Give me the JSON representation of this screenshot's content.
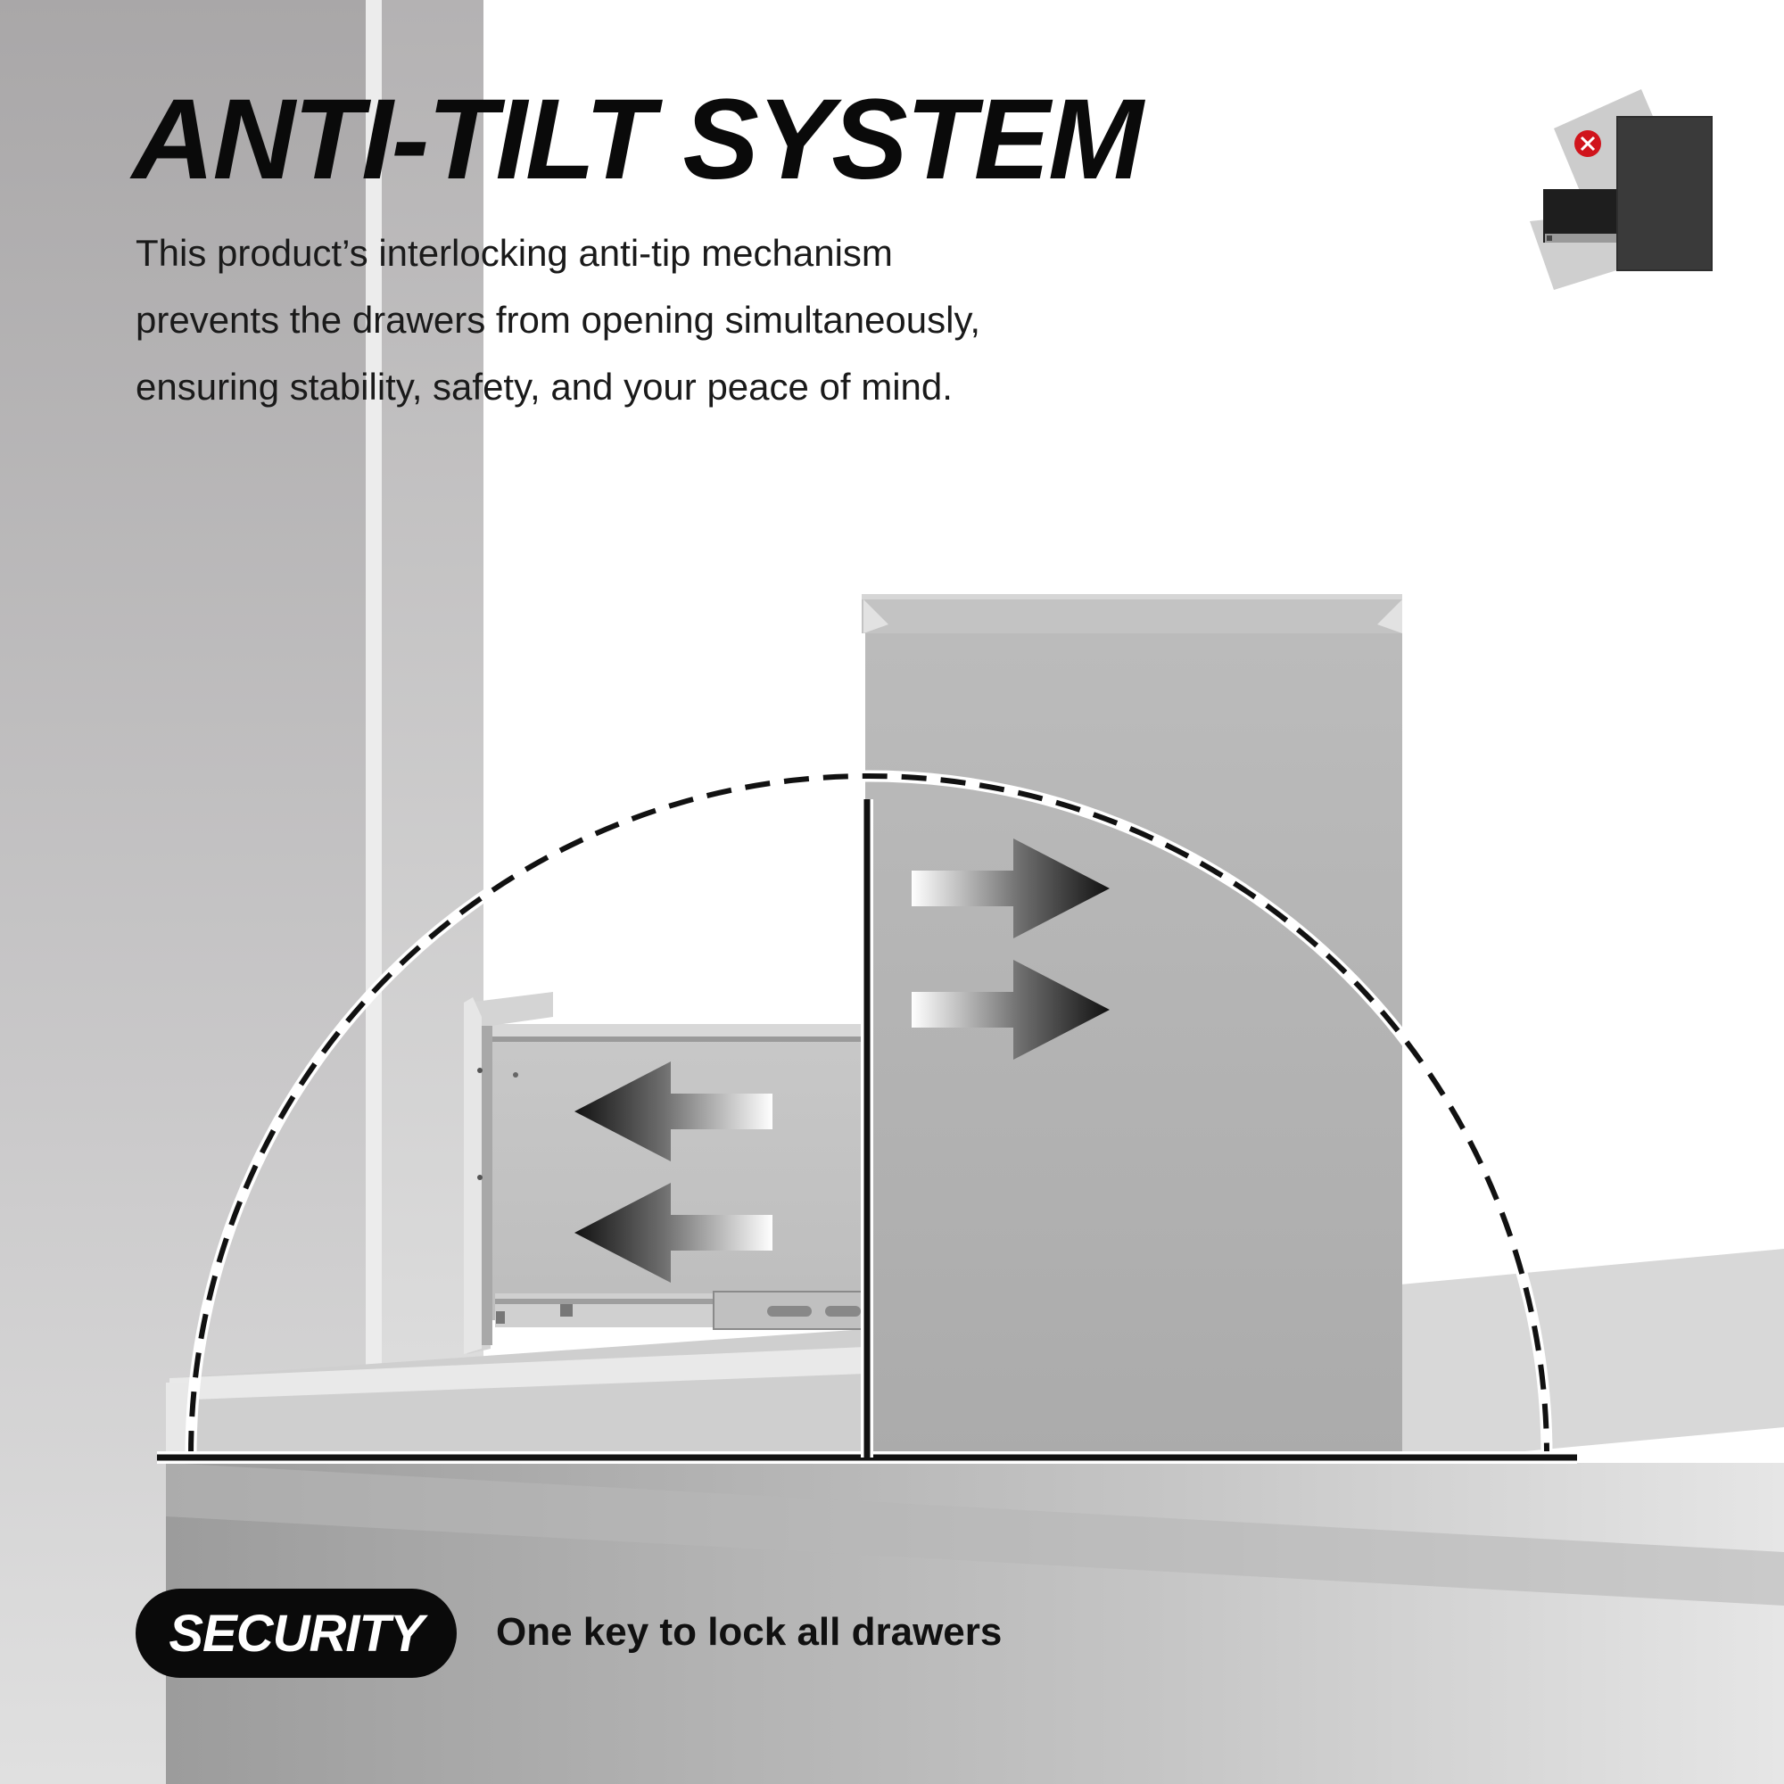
{
  "header": {
    "title": "ANTI-TILT SYSTEM",
    "description_lines": [
      "This product’s interlocking anti-tip mechanism",
      "prevents the drawers from opening simultaneously,",
      "ensuring stability, safety, and your peace of mind."
    ]
  },
  "feature": {
    "badge": "SECURITY",
    "text": "One key to lock all drawers"
  },
  "icons": {
    "inset": "cabinet-tilt-warning-icon",
    "warning": "close-circle-icon",
    "arrows_out": "arrow-left-icon",
    "arrows_in": "arrow-right-icon"
  },
  "colors": {
    "title": "#0a0a0a",
    "warning": "#d0141c",
    "cabinet": "#b4b4b4",
    "badge_bg": "#0a0a0a"
  }
}
